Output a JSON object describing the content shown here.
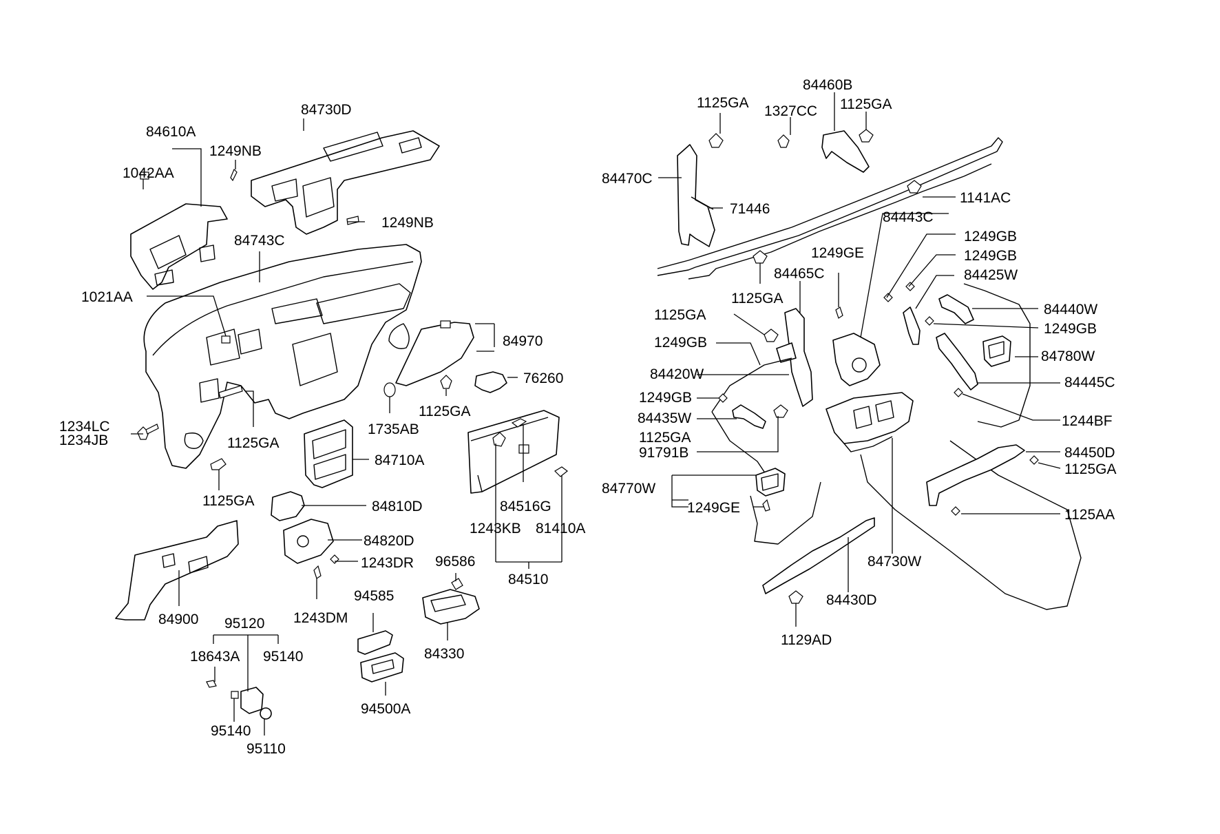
{
  "labels": {
    "l84610A": "84610A",
    "l1042AA": "1042AA",
    "l1249NB_a": "1249NB",
    "l84730D": "84730D",
    "l1249NB_b": "1249NB",
    "l84743C": "84743C",
    "l1021AA": "1021AA",
    "l84970": "84970",
    "l76260": "76260",
    "l1125GA_a": "1125GA",
    "l1735AB": "1735AB",
    "l1234LC": "1234LC",
    "l1234JB": "1234JB",
    "l1125GA_b": "1125GA",
    "l84710A": "84710A",
    "l1125GA_c": "1125GA",
    "l84810D": "84810D",
    "l84820D": "84820D",
    "l1243DR": "1243DR",
    "l1243DM": "1243DM",
    "l84900": "84900",
    "l84516G": "84516G",
    "l1243KB": "1243KB",
    "l81410A": "81410A",
    "l84510": "84510",
    "l96586": "96586",
    "l94585": "94585",
    "l84330": "84330",
    "l94500A": "94500A",
    "l95120": "95120",
    "l18643A": "18643A",
    "l95140_a": "95140",
    "l95140_b": "95140",
    "l95110": "95110",
    "r1125GA_a": "1125GA",
    "r84460B": "84460B",
    "r1327CC": "1327CC",
    "r1125GA_b": "1125GA",
    "r84470C": "84470C",
    "r71446": "71446",
    "r1141AC": "1141AC",
    "r84443C": "84443C",
    "r1249GE_a": "1249GE",
    "r1249GB_a": "1249GB",
    "r1249GB_b": "1249GB",
    "r84465C": "84465C",
    "r1125GA_c": "1125GA",
    "r84425W": "84425W",
    "r84440W": "84440W",
    "r1249GB_c": "1249GB",
    "r1125GA_d": "1125GA",
    "r1249GB_d": "1249GB",
    "r84780W": "84780W",
    "r84420W": "84420W",
    "r84445C": "84445C",
    "r1249GB_e": "1249GB",
    "r84435W": "84435W",
    "r1244BF": "1244BF",
    "r1125GA_e": "1125GA",
    "r91791B": "91791B",
    "r84450D": "84450D",
    "r1125GA_f": "1125GA",
    "r84770W": "84770W",
    "r1249GE_b": "1249GE",
    "r1125AA": "1125AA",
    "r84730W": "84730W",
    "r84430D": "84430D",
    "r1129AD": "1129AD"
  }
}
